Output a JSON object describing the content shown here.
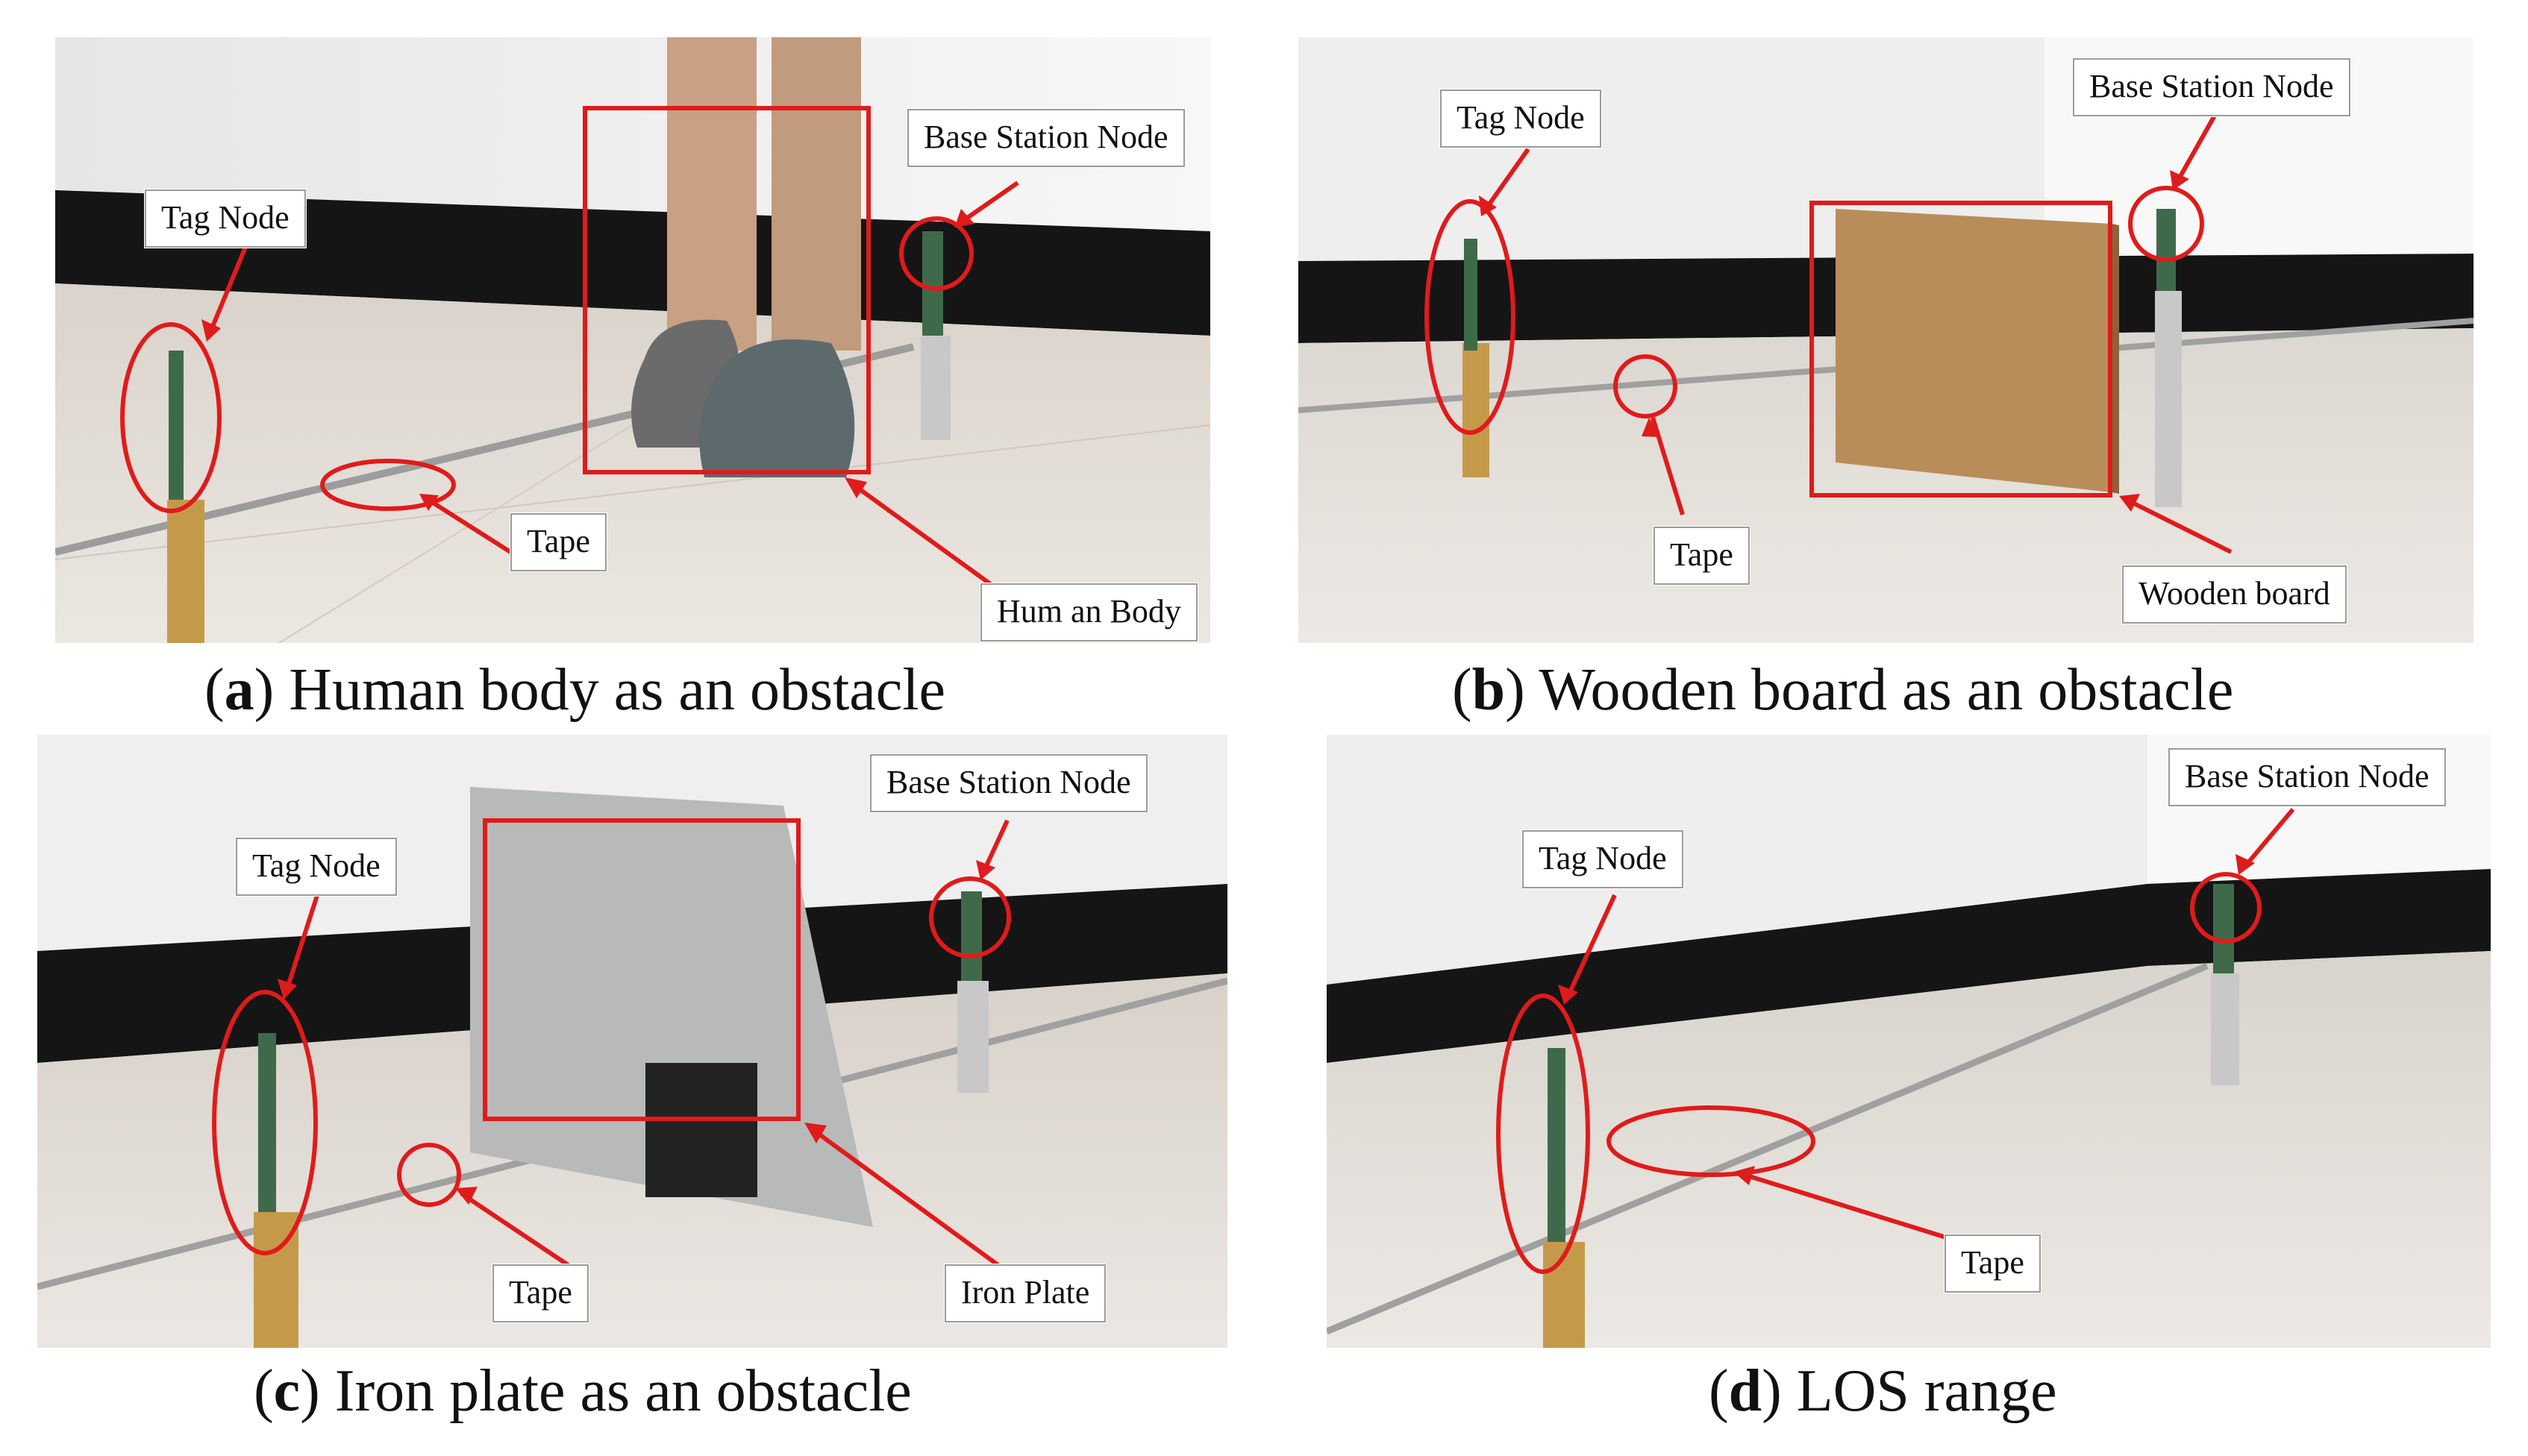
{
  "panels": [
    {
      "id": "a",
      "caption_letter": "a",
      "caption_text": " Human body as an obstacle",
      "labels": {
        "tag": "Tag Node",
        "base": "Base Station Node",
        "tape": "Tape",
        "obstacle": "Hum an Body"
      }
    },
    {
      "id": "b",
      "caption_letter": "b",
      "caption_text": " Wooden board as an obstacle",
      "labels": {
        "tag": "Tag Node",
        "base": "Base Station Node",
        "tape": "Tape",
        "obstacle": "Wooden board"
      }
    },
    {
      "id": "c",
      "caption_letter": "c",
      "caption_text": " Iron plate as an obstacle",
      "labels": {
        "tag": "Tag Node",
        "base": "Base Station Node",
        "tape": "Tape",
        "obstacle": "Iron Plate"
      }
    },
    {
      "id": "d",
      "caption_letter": "d",
      "caption_text": " LOS range",
      "labels": {
        "tag": "Tag Node",
        "base": "Base Station Node",
        "tape": "Tape"
      }
    }
  ],
  "colors": {
    "annotation": "#e01b1b",
    "floor": "#e4ded6",
    "wall": "#f1f1f1",
    "baseboard": "#151515",
    "brass": "#c49a4a",
    "silver": "#c8c8c8",
    "wood": "#b98d5a",
    "iron": "#b7bab9"
  }
}
